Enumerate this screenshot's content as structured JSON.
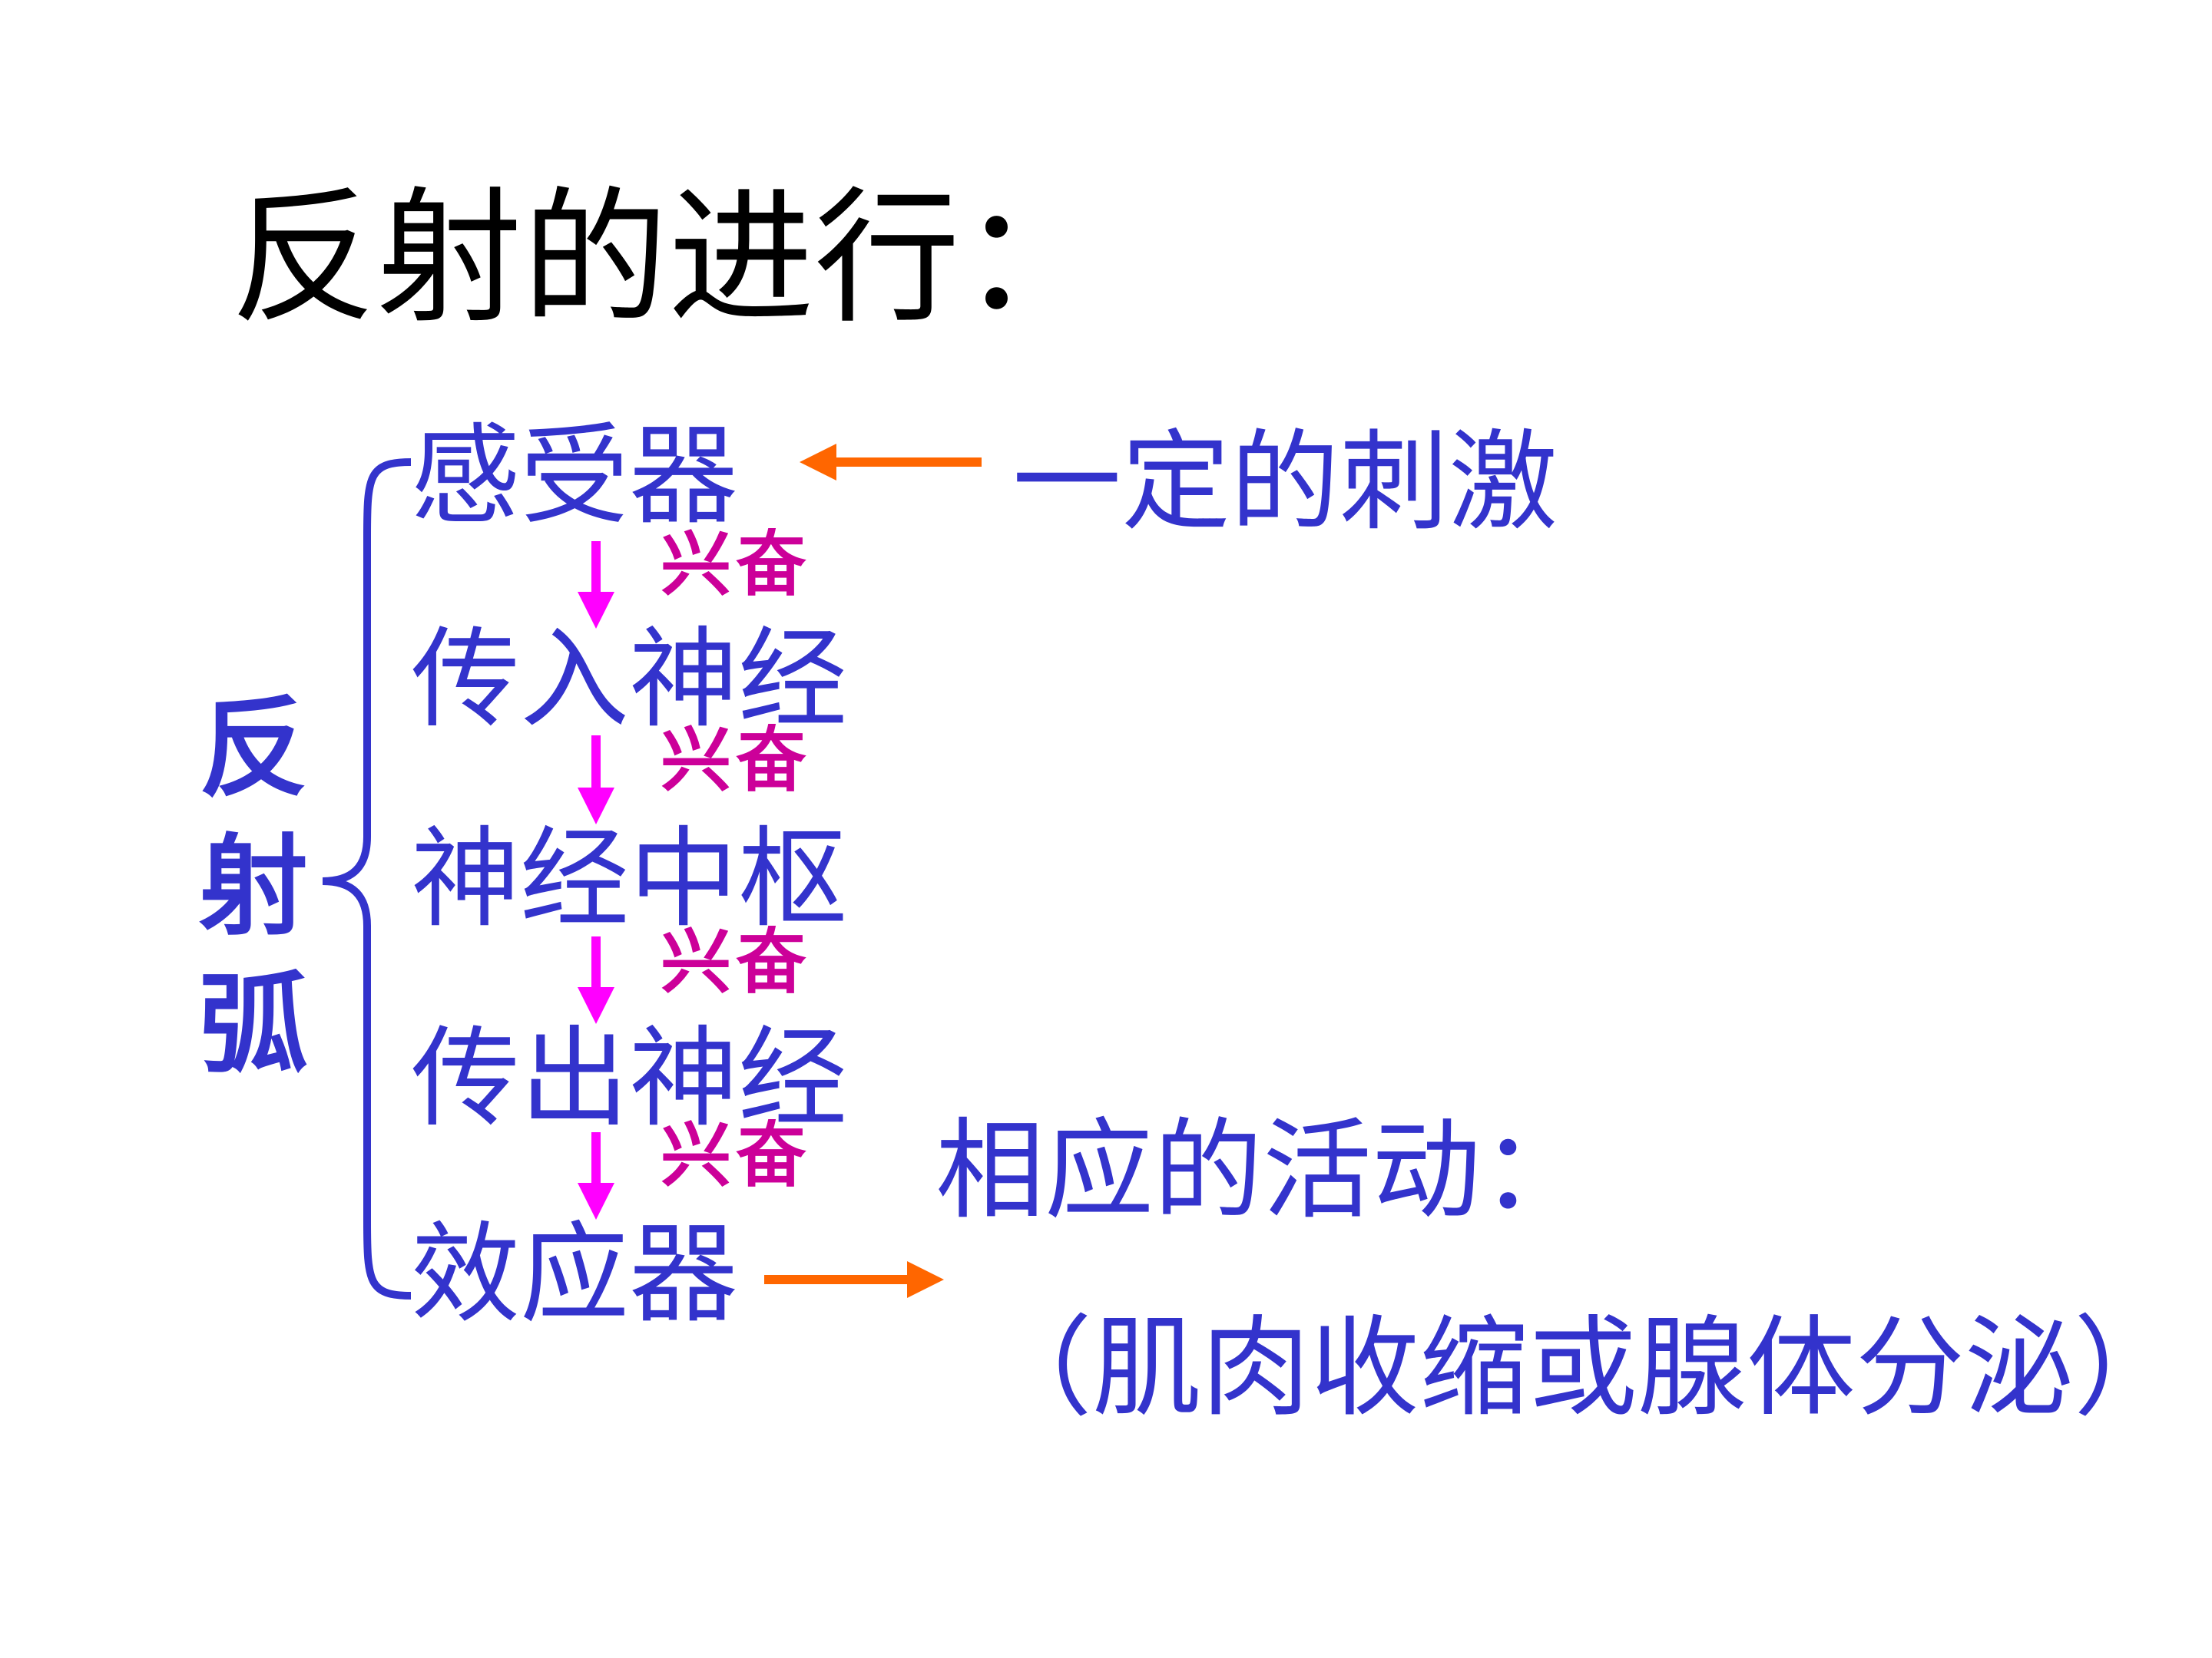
{
  "title": "反射的进行：",
  "side_label": [
    "反",
    "射",
    "弧"
  ],
  "steps": [
    "感受器",
    "传入神经",
    "神经中枢",
    "传出神经",
    "效应器"
  ],
  "excitation_label": "兴奋",
  "stimulus": "一定的刺激",
  "response": {
    "label": "相应的活动：",
    "detail": "（肌肉收缩或腺体分泌）"
  },
  "colors": {
    "title": "#000000",
    "step_text": "#3333cc",
    "excitation_text": "#cc0099",
    "down_arrow": "#ff00ff",
    "side_arrow": "#ff6600",
    "brace": "#3333cc"
  }
}
